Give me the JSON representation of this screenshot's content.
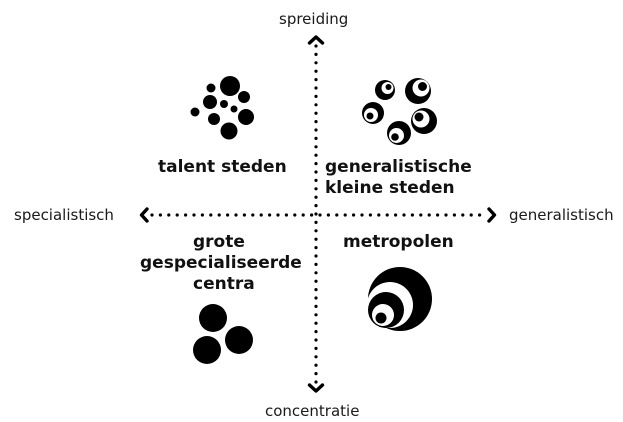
{
  "axes": {
    "top": "spreiding",
    "bottom": "concentratie",
    "left": "specialistisch",
    "right": "generalistisch"
  },
  "quadrants": {
    "top_left": {
      "lines": [
        "talent steden"
      ],
      "icon": "scattered-dots-icon"
    },
    "top_right": {
      "lines": [
        "generalistische",
        "kleine steden"
      ],
      "icon": "ringed-circles-cluster-icon"
    },
    "bottom_left": {
      "lines": [
        "grote",
        "gespecialiseerde",
        "centra"
      ],
      "icon": "three-dots-cluster-icon"
    },
    "bottom_right": {
      "lines": [
        "metropolen"
      ],
      "icon": "concentric-rings-icon"
    }
  },
  "colors": {
    "ink": "#000000",
    "background": "#ffffff"
  }
}
